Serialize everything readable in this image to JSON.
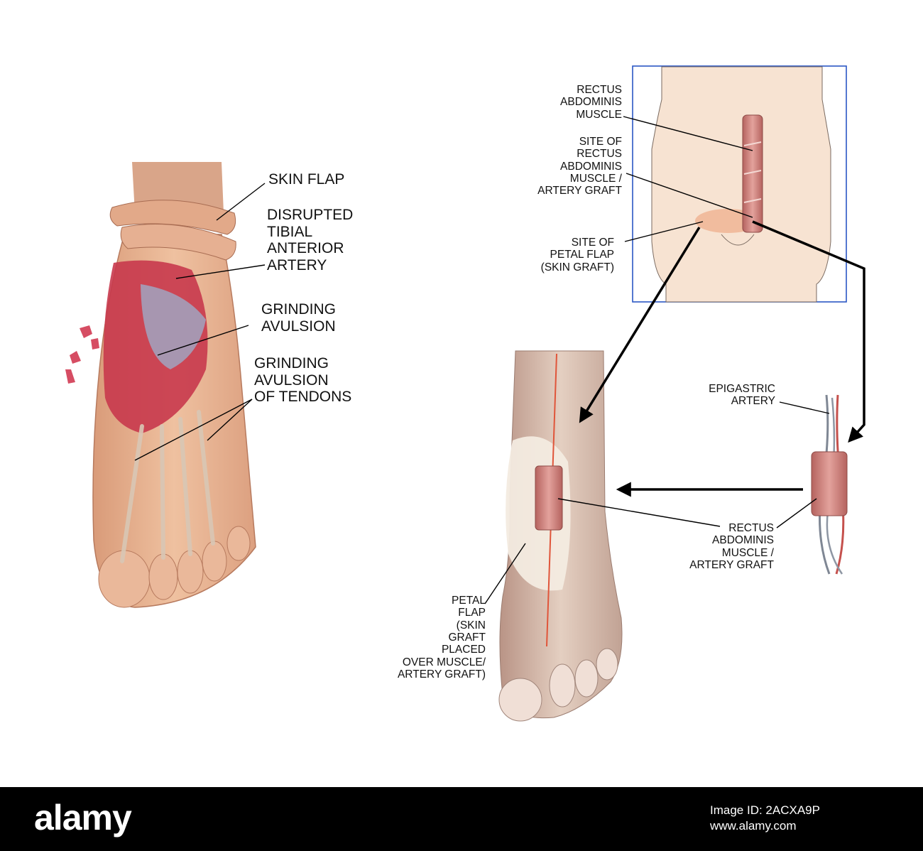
{
  "foot_labels": {
    "skin_flap": "SKIN FLAP",
    "disrupted_artery": "DISRUPTED\nTIBIAL\nANTERIOR\nARTERY",
    "grinding_avulsion": "GRINDING\nAVULSION",
    "grinding_tendons": "GRINDING\nAVULSION\nOF TENDONS"
  },
  "torso_labels": {
    "rectus_muscle": "RECTUS\nABDOMINIS\nMUSCLE",
    "graft_site": "SITE OF\nRECTUS\nABDOMINIS\nMUSCLE /\nARTERY GRAFT",
    "petal_site": "SITE OF\nPETAL FLAP\n(SKIN GRAFT)"
  },
  "graft_labels": {
    "epigastric": "EPIGASTRIC\nARTERY",
    "graft": "RECTUS\nABDOMINIS\nMUSCLE /\nARTERY GRAFT",
    "petal_flap": "PETAL\nFLAP\n(SKIN\nGRAFT\nPLACED\nOVER MUSCLE/\nARTERY GRAFT)"
  },
  "footer": {
    "logo": "alamy",
    "image_id_label": "Image ID: 2ACXA9P",
    "site": "www.alamy.com"
  },
  "colors": {
    "skin": "#e9b58f",
    "wound": "#c8394d",
    "torso_skin": "#f7e3d2",
    "torso_box": "#2b57c4",
    "muscle": "#c97f7a"
  }
}
